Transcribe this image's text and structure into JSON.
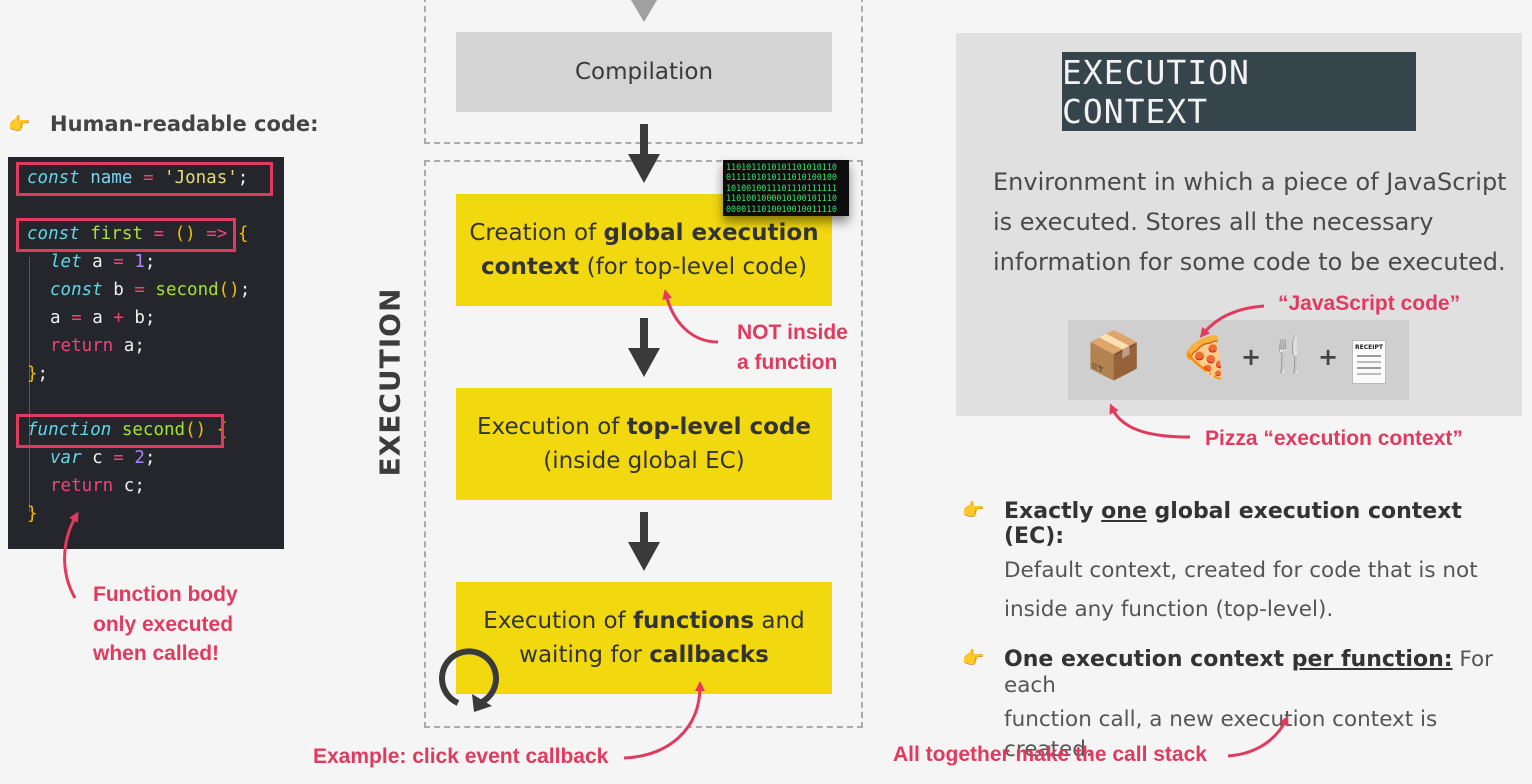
{
  "left": {
    "heading": "Human-readable code:",
    "note_lines": [
      "Function body",
      "only executed",
      "when called!"
    ]
  },
  "code": {
    "line1": {
      "kw": "const",
      "id": "name",
      "op": "=",
      "str": "'Jonas'",
      "end": ";"
    },
    "line2": {
      "kw": "const",
      "id": "first",
      "op": "=",
      "parens": "()",
      "arrow": "=>",
      "brace": "{"
    },
    "line3": {
      "kw": "let",
      "id": "a",
      "op": "=",
      "num": "1",
      "end": ";"
    },
    "line4": {
      "kw": "const",
      "id": "b",
      "op": "=",
      "fn": "second",
      "call": "()",
      "end": ";"
    },
    "line5": {
      "a1": "a",
      "op1": "=",
      "a2": "a",
      "op2": "+",
      "b": "b",
      "end": ";"
    },
    "line6": {
      "kw": "return",
      "id": "a",
      "end": ";"
    },
    "line7": {
      "brace": "}",
      "end": ";"
    },
    "line8": {
      "kw": "function",
      "fn": "second",
      "parens": "()",
      "brace": "{"
    },
    "line9": {
      "kw": "var",
      "id": "c",
      "op": "=",
      "num": "2",
      "end": ";"
    },
    "line10": {
      "kw": "return",
      "id": "c",
      "end": ";"
    },
    "line11": {
      "brace": "}"
    }
  },
  "middle": {
    "compilation": "Compilation",
    "execution_label": "EXECUTION",
    "binary_lines": [
      "1101011010101101010110",
      "0111101010111010100100",
      "1010010011101110111111",
      "1101001000010100101110",
      "0000111010010010011110"
    ],
    "box1": {
      "pre": "Creation of ",
      "bold1": "global execution",
      "bold2": "context",
      "post": " (for top-level code)"
    },
    "box2": {
      "pre": "Execution of ",
      "bold": "top-level code",
      "line2": "(inside global EC)"
    },
    "box3": {
      "pre": "Execution of ",
      "bold1": "functions",
      "mid": " and",
      "line2_pre": "waiting for ",
      "bold2": "callbacks"
    },
    "not_inside_lines": [
      "NOT inside",
      "a function"
    ],
    "example_note": "Example: click event callback"
  },
  "right": {
    "title": "EXECUTION CONTEXT",
    "description_lines": [
      "Environment in which a piece of JavaScript",
      "is executed. Stores all the necessary",
      "information for some code to be executed."
    ],
    "js_code_note": "“JavaScript code”",
    "pizza_note": "Pizza “execution context”",
    "emoji": {
      "box": "📦",
      "pizza": "🍕",
      "cutlery": "🍴",
      "receipt": "🧾",
      "plus": "+"
    },
    "receipt_label": "RECEIPT",
    "bullet1": {
      "pre": "Exactly ",
      "underlined": "one",
      "post": " global execution context (EC):",
      "body_lines": [
        "Default context, created for code that is not",
        "inside any function (top-level)."
      ]
    },
    "bullet2": {
      "pre": "One execution context ",
      "underlined": "per function:",
      "body_first": " For each",
      "body_line2": "function call, a new execution context is created."
    },
    "call_stack_note": "All together make the call stack"
  },
  "icons": {
    "bullet": "👉"
  },
  "colors": {
    "accent_red": "#e23a5f",
    "yellow": "#f2d80f",
    "code_bg": "#24262b",
    "title_bg": "#36444c",
    "arrow_dark": "#3a3a3a"
  }
}
